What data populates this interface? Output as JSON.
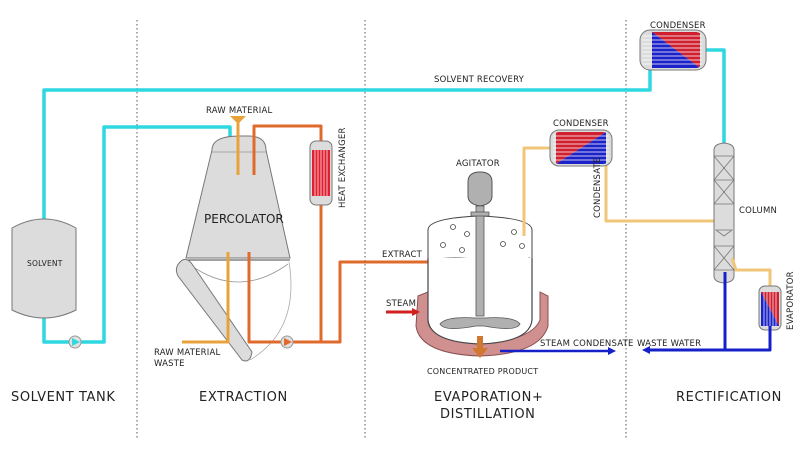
{
  "title": "Solvent extraction process flow",
  "colors": {
    "solvent": "#2fd8e0",
    "raw_material": "#e8a23a",
    "extract": "#e06a2c",
    "vapor": "#f0c678",
    "steam": "#d02020",
    "water": "#1520c8",
    "vessel": "#dcdcdc",
    "jacket": "#d09090"
  },
  "sections": [
    {
      "id": "solvent-tank",
      "label": "SOLVENT TANK"
    },
    {
      "id": "extraction",
      "label": "EXTRACTION"
    },
    {
      "id": "evaporation",
      "label_line1": "EVAPORATION+",
      "label_line2": "DISTILLATION"
    },
    {
      "id": "rectification",
      "label": "RECTIFICATION"
    }
  ],
  "labels": {
    "solvent": "SOLVENT",
    "solvent_recovery": "SOLVENT RECOVERY",
    "raw_material": "RAW MATERIAL",
    "percolator": "PERCOLATOR",
    "heat_exchanger": "HEAT EXCHANGER",
    "raw_material_waste_1": "RAW MATERIAL",
    "raw_material_waste_2": "WASTE",
    "extract": "EXTRACT",
    "agitator": "AGITATOR",
    "condenser_evap": "CONDENSER",
    "condensate": "CONDENSATE",
    "steam": "STEAM",
    "steam_condensate": "STEAM CONDENSATE",
    "concentrated_product": "CONCENTRATED PRODUCT",
    "condenser_rect": "CONDENSER",
    "column": "COLUMN",
    "evaporator": "EVAPORATOR",
    "waste_water": "WASTE WATER"
  }
}
